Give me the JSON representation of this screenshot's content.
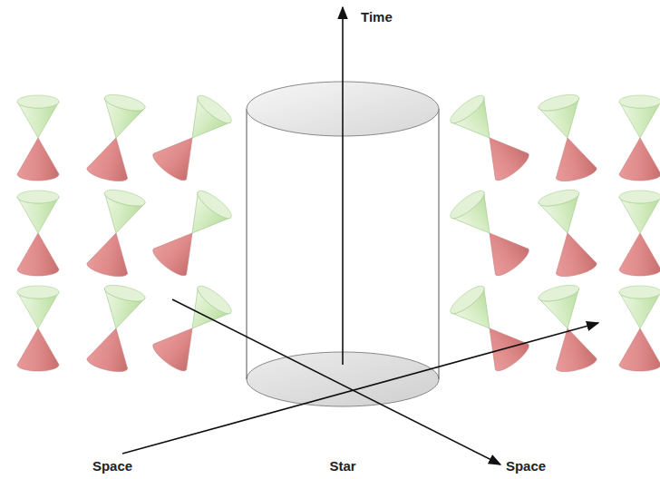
{
  "diagram": {
    "labels": [
      "Time",
      "Space",
      "Star",
      "Space"
    ]
  }
}
